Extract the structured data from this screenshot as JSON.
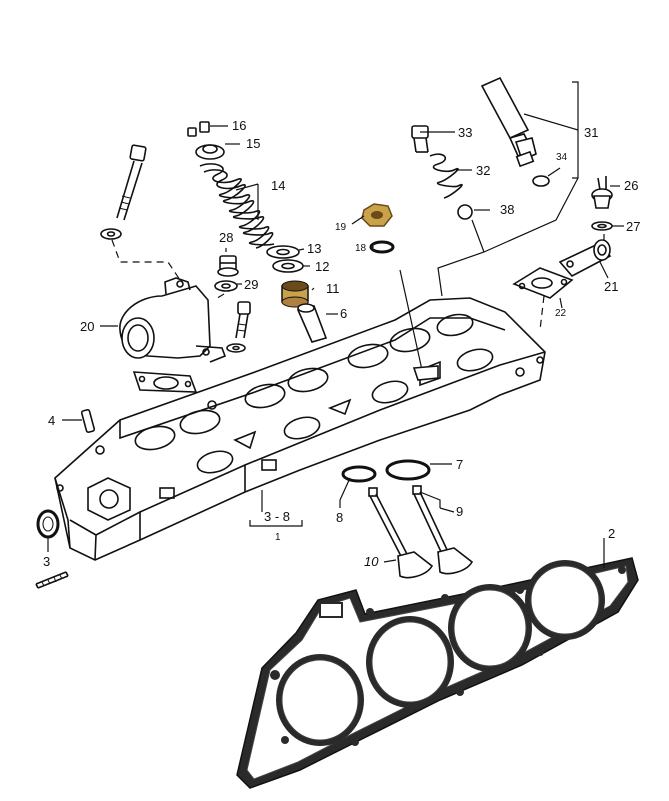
{
  "parts": {
    "p1": "1",
    "p2": "2",
    "p3": "3",
    "p3_8": "3 - 8",
    "p4": "4",
    "p6": "6",
    "p7": "7",
    "p8": "8",
    "p9": "9",
    "p10": "10",
    "p11": "11",
    "p12": "12",
    "p13": "13",
    "p14": "14",
    "p15": "15",
    "p16": "16",
    "p18": "18",
    "p19": "19",
    "p20": "20",
    "p21": "21",
    "p22": "22",
    "p26": "26",
    "p27": "27",
    "p28": "28",
    "p29": "29",
    "p31": "31",
    "p32": "32",
    "p33": "33",
    "p34": "34",
    "p38": "38"
  },
  "colors": {
    "line": "#111111",
    "nut": "#c9a24a",
    "seal": "#b08040",
    "gasket": "#2a2a2a"
  }
}
